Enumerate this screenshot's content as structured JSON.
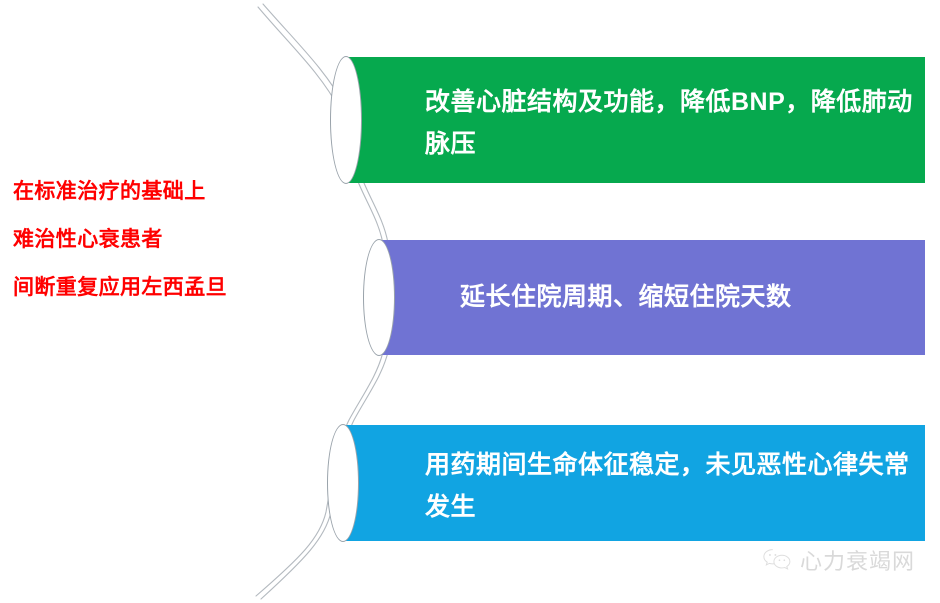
{
  "slide": {
    "background_color": "#ffffff",
    "title_block": {
      "color": "#ff0000",
      "lines": [
        "在标准治疗的基础上",
        "难治性心衰患者",
        "间断重复应用左西孟旦"
      ]
    },
    "connector": {
      "name": "curved-vine-connector",
      "stroke_color": "#b3b9bf"
    },
    "items": [
      {
        "id": "outcome-cardiac-function",
        "color": "#06a94e",
        "text": "改善心脏结构及功能，降低BNP，降低肺动脉压"
      },
      {
        "id": "outcome-hospitalization",
        "color": "#7073d3",
        "text": "延长住院周期、缩短住院天数"
      },
      {
        "id": "outcome-safety",
        "color": "#11a4e2",
        "text": "用药期间生命体征稳定，未见恶性心律失常发生"
      }
    ],
    "watermark": {
      "icon": "wechat-icon",
      "text": "心力衰竭网",
      "color": "#d9d9d9"
    }
  }
}
